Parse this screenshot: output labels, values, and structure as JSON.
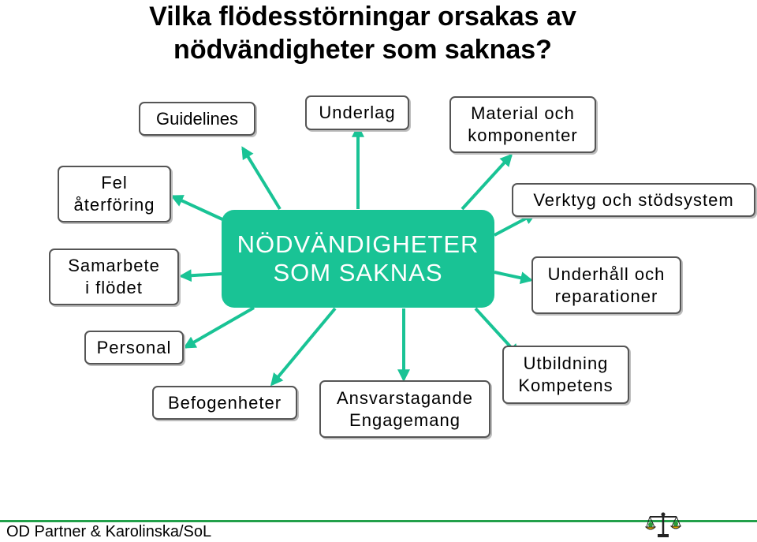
{
  "title": {
    "line1": "Vilka flödesstörningar orsakas av",
    "line2": "nödvändigheter som saknas?"
  },
  "center": {
    "line1": "NÖDVÄNDIGHETER",
    "line2": "SOM SAKNAS"
  },
  "nodes": {
    "guidelines": [
      "Guidelines"
    ],
    "underlag": [
      "Underlag"
    ],
    "material": [
      "Material och",
      "komponenter"
    ],
    "fel": [
      "Fel",
      "återföring"
    ],
    "samarbete": [
      "Samarbete",
      "i flödet"
    ],
    "personal": [
      "Personal"
    ],
    "befogenheter": [
      "Befogenheter"
    ],
    "ansvar": [
      "Ansvarstagande",
      "Engagemang"
    ],
    "utbildning": [
      "Utbildning",
      "Kompetens"
    ],
    "verktyg": [
      "Verktyg och stödsystem"
    ],
    "underhall": [
      "Underhåll och",
      "reparationer"
    ]
  },
  "footer": {
    "text": "OD Partner & Karolinska/SoL"
  },
  "colors": {
    "center_fill": "#19c395",
    "arrow": "#19c395",
    "footer_rule": "#22a04a",
    "node_border": "#555555"
  },
  "icons": {
    "logo": "scales-of-justice-icon"
  }
}
